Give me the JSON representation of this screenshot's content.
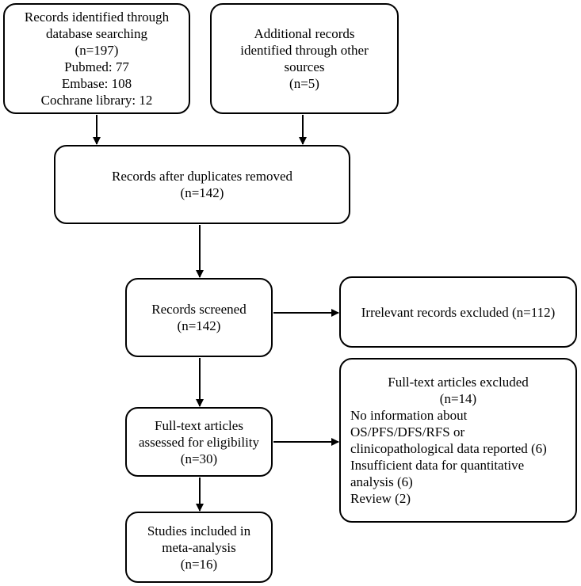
{
  "nodes": {
    "identified_db": {
      "lines": [
        "Records identified through",
        "database searching",
        "(n=197)",
        "Pubmed: 77",
        "Embase: 108",
        "Cochrane library: 12"
      ]
    },
    "identified_other": {
      "lines": [
        "Additional records",
        "identified through other",
        "sources",
        "(n=5)"
      ]
    },
    "after_duplicates": {
      "lines": [
        "Records after duplicates removed",
        "(n=142)"
      ]
    },
    "screened": {
      "lines": [
        "Records screened",
        "(n=142)"
      ]
    },
    "irrelevant_excluded": {
      "lines": [
        "Irrelevant records excluded (n=112)"
      ]
    },
    "fulltext_assessed": {
      "lines": [
        "Full-text articles",
        "assessed for eligibility",
        "(n=30)"
      ]
    },
    "fulltext_excluded": {
      "lines": [
        "Full-text articles excluded",
        "(n=14)",
        "No information about",
        "OS/PFS/DFS/RFS or",
        "clinicopathological data reported (6)",
        "Insufficient data for quantitative",
        "analysis (6)",
        "Review (2)"
      ]
    },
    "included": {
      "lines": [
        "Studies included in",
        "meta-analysis",
        "(n=16)"
      ]
    }
  },
  "edges": [
    {
      "from": "identified_db",
      "to": "after_duplicates"
    },
    {
      "from": "identified_other",
      "to": "after_duplicates"
    },
    {
      "from": "after_duplicates",
      "to": "screened"
    },
    {
      "from": "screened",
      "to": "irrelevant_excluded"
    },
    {
      "from": "screened",
      "to": "fulltext_assessed"
    },
    {
      "from": "fulltext_assessed",
      "to": "fulltext_excluded"
    },
    {
      "from": "fulltext_assessed",
      "to": "included"
    }
  ]
}
